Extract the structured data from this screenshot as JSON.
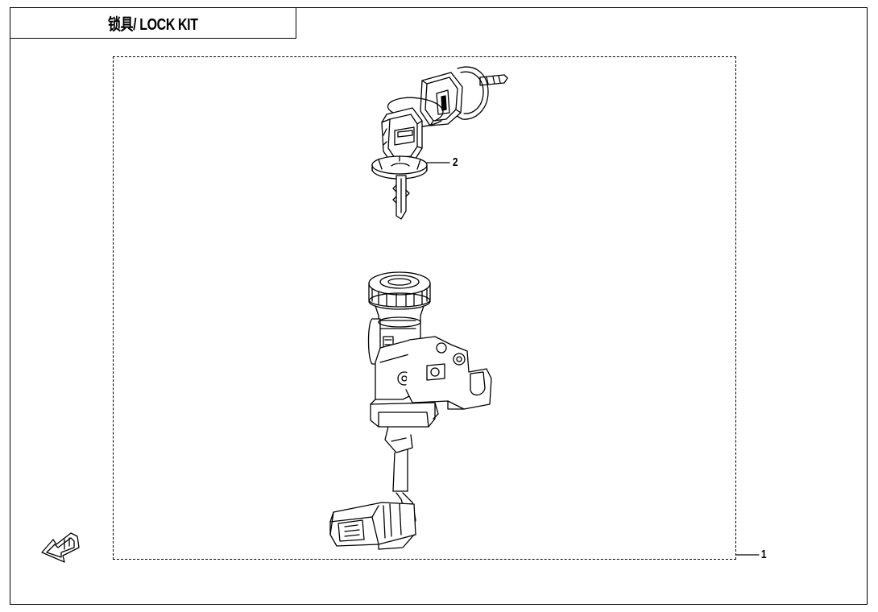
{
  "title": "锁具/ LOCK KIT",
  "callouts": {
    "kit_number": "1",
    "key_set_number": "2"
  },
  "colors": {
    "line": "#000000",
    "background": "#ffffff"
  },
  "icons": {
    "front_direction": "front-direction-arrow-icon"
  }
}
